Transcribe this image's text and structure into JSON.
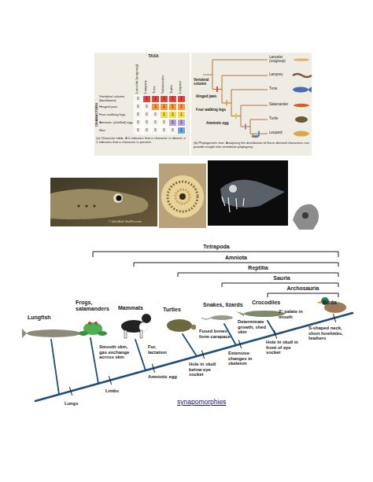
{
  "diagram": {
    "caption": "synapomorphies",
    "labels": [
      "TAXA",
      "Lancelet (outgroup)",
      "Lamprey",
      "Tuna",
      "Salamander",
      "Turtle",
      "Leopard",
      "CHARACTERS",
      "Vertebral column (backbone)",
      "0",
      "1",
      "1",
      "1",
      "1",
      "1",
      "Hinged jaws",
      "0",
      "0",
      "1",
      "1",
      "1",
      "1",
      "Four walking legs",
      "0",
      "0",
      "0",
      "1",
      "1",
      "1",
      "Amniotic (shelled) egg",
      "0",
      "0",
      "0",
      "0",
      "1",
      "1",
      "Hair",
      "0",
      "0",
      "0",
      "0",
      "0",
      "1",
      "(a) Character table. A 0 indicates that a character is absent; a 1 indicates that a character is present.",
      "Lancelet (outgroup)",
      "Lamprey",
      "Tuna",
      "Salamander",
      "Turtle",
      "Leopard",
      "Vertebral column",
      "Hinged jaws",
      "Four walking legs",
      "Amniotic egg",
      "Hair",
      "(b) Phylogenetic tree. Analyzing the distribution of these derived characters can provide insight into vertebrate phylogeny.",
      "© John Bird / SeaPics.com",
      "Tetrapoda",
      "Amniota",
      "Reptilia",
      "Sauria",
      "Archosauria",
      "Lungfish",
      "Frogs, salamanders",
      "Mammals",
      "Turtles",
      "Snakes, lizards",
      "Crocodiles",
      "Birds",
      "Smooth skin, gas exchange across skin",
      "Fur, lactation",
      "Fused bones form carapace",
      "Determinate growth, shed skin",
      "2° palate in mouth",
      "S-shaped neck, short forelimbs, feathers",
      "Lungs",
      "Limbs",
      "Amniotic egg",
      "Hole in skull below eye socket",
      "Extensive changes in skeleton",
      "Hole in skull in front of eye socket"
    ]
  }
}
